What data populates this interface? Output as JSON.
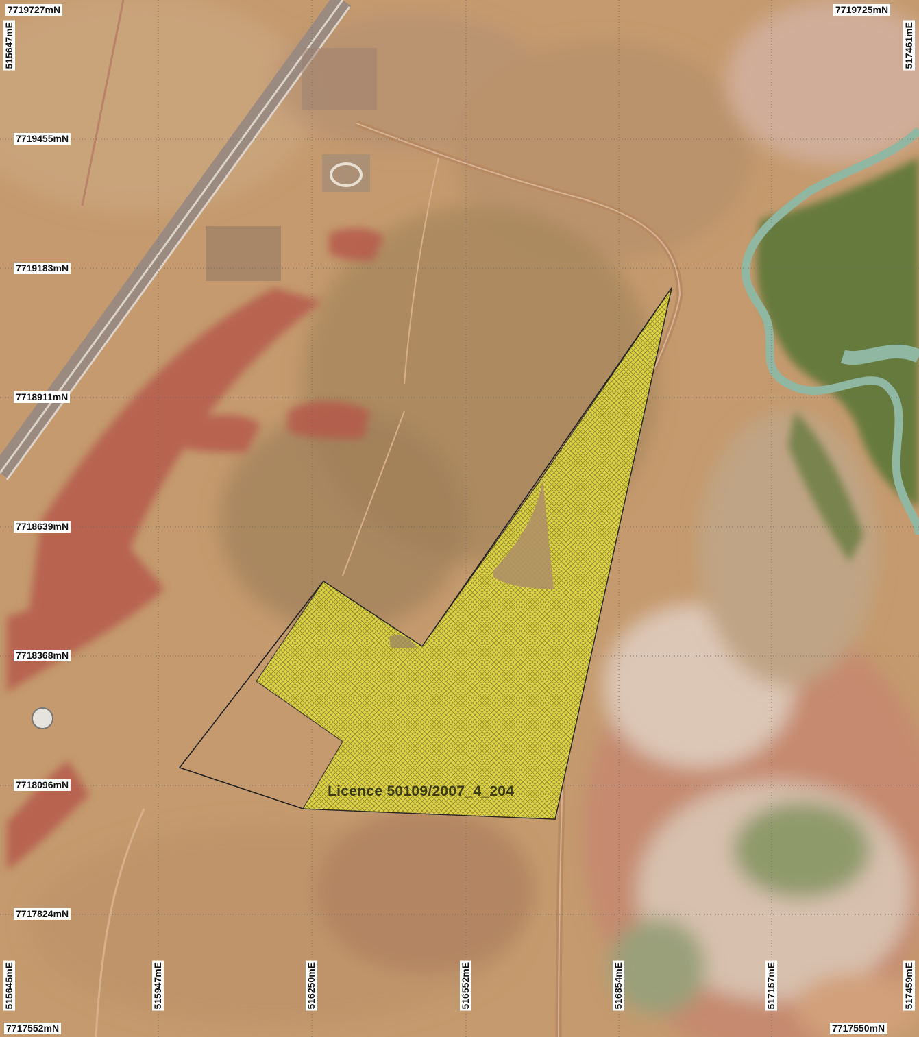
{
  "licence_label": "Licence 50109/2007_4_204",
  "corner_labels": {
    "top_left_n": "7719727mN",
    "top_right_n": "7719725mN",
    "bottom_left_n": "7717552mN",
    "bottom_right_n": "7717550mN",
    "top_left_e": "515647mE",
    "top_right_e": "517461mE"
  },
  "northings": [
    "7719455mN",
    "7719183mN",
    "7718911mN",
    "7718639mN",
    "7718368mN",
    "7718096mN",
    "7717824mN"
  ],
  "eastings": [
    "515645mE",
    "515947mE",
    "516250mE",
    "516552mE",
    "516854mE",
    "517157mE",
    "517459mE"
  ],
  "colors": {
    "terrain": "#c49a6e",
    "red_rock": "#b55a4c",
    "river": "#8fb7a2",
    "vegetation": "#667a3e",
    "salt_pan": "#d9c2b2",
    "licence_fill": "#e8e040",
    "road": "#b88a63"
  }
}
